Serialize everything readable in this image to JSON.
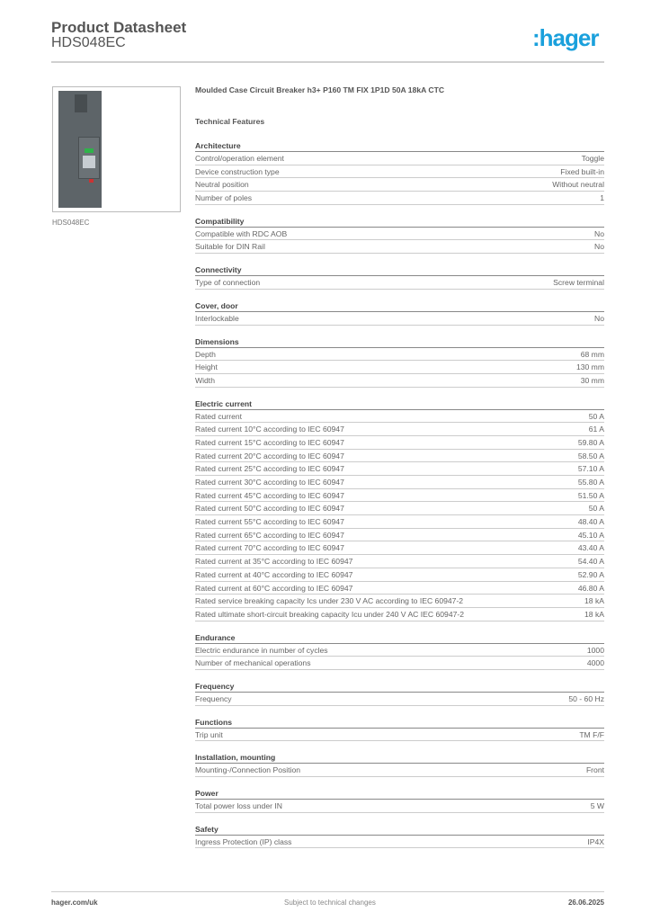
{
  "header": {
    "title": "Product Datasheet",
    "code": "HDS048EC",
    "logo": ":hager",
    "brand_color": "#1aa0dc"
  },
  "image_caption": "HDS048EC",
  "product_title": "Moulded Case Circuit Breaker h3+ P160 TM FIX 1P1D 50A 18kA CTC",
  "technical_features": "Technical Features",
  "sections": [
    {
      "title": "Architecture",
      "rows": [
        {
          "label": "Control/operation element",
          "value": "Toggle"
        },
        {
          "label": "Device construction type",
          "value": "Fixed built-in"
        },
        {
          "label": "Neutral position",
          "value": "Without neutral"
        },
        {
          "label": "Number of poles",
          "value": "1"
        }
      ]
    },
    {
      "title": "Compatibility",
      "rows": [
        {
          "label": "Compatible with RDC AOB",
          "value": "No"
        },
        {
          "label": "Suitable for DIN Rail",
          "value": "No"
        }
      ]
    },
    {
      "title": "Connectivity",
      "rows": [
        {
          "label": "Type of connection",
          "value": "Screw terminal"
        }
      ]
    },
    {
      "title": "Cover, door",
      "rows": [
        {
          "label": "Interlockable",
          "value": "No"
        }
      ]
    },
    {
      "title": "Dimensions",
      "rows": [
        {
          "label": "Depth",
          "value": "68 mm"
        },
        {
          "label": "Height",
          "value": "130 mm"
        },
        {
          "label": "Width",
          "value": "30 mm"
        }
      ]
    },
    {
      "title": "Electric current",
      "rows": [
        {
          "label": "Rated current",
          "value": "50 A"
        },
        {
          "label": "Rated current 10°C according to IEC 60947",
          "value": "61 A"
        },
        {
          "label": "Rated current 15°C according to IEC 60947",
          "value": "59.80 A"
        },
        {
          "label": "Rated current 20°C according to IEC 60947",
          "value": "58.50 A"
        },
        {
          "label": "Rated current 25°C according to IEC 60947",
          "value": "57.10 A"
        },
        {
          "label": "Rated current 30°C according to IEC 60947",
          "value": "55.80 A"
        },
        {
          "label": "Rated current 45°C according to IEC 60947",
          "value": "51.50 A"
        },
        {
          "label": "Rated current 50°C according to IEC 60947",
          "value": "50 A"
        },
        {
          "label": "Rated current 55°C according to IEC 60947",
          "value": "48.40 A"
        },
        {
          "label": "Rated current 65°C according to IEC 60947",
          "value": "45.10 A"
        },
        {
          "label": "Rated current 70°C according to IEC 60947",
          "value": "43.40 A"
        },
        {
          "label": "Rated current at 35°C according to IEC 60947",
          "value": "54.40 A"
        },
        {
          "label": "Rated current at 40°C according to IEC 60947",
          "value": "52.90 A"
        },
        {
          "label": "Rated current at 60°C according to IEC 60947",
          "value": "46.80 A"
        },
        {
          "label": "Rated service breaking capacity Ics under 230 V AC according to IEC 60947-2",
          "value": "18 kA"
        },
        {
          "label": "Rated ultimate short-circuit breaking capacity Icu under 240 V AC IEC 60947-2",
          "value": "18 kA"
        }
      ]
    },
    {
      "title": "Endurance",
      "rows": [
        {
          "label": "Electric endurance in number of cycles",
          "value": "1000"
        },
        {
          "label": "Number of mechanical operations",
          "value": "4000"
        }
      ]
    },
    {
      "title": "Frequency",
      "rows": [
        {
          "label": "Frequency",
          "value": "50 - 60 Hz"
        }
      ]
    },
    {
      "title": "Functions",
      "rows": [
        {
          "label": "Trip unit",
          "value": "TM F/F"
        }
      ]
    },
    {
      "title": "Installation, mounting",
      "rows": [
        {
          "label": "Mounting-/Connection Position",
          "value": "Front"
        }
      ]
    },
    {
      "title": "Power",
      "rows": [
        {
          "label": "Total power loss under IN",
          "value": "5 W"
        }
      ]
    },
    {
      "title": "Safety",
      "rows": [
        {
          "label": "Ingress Protection (IP) class",
          "value": "IP4X"
        }
      ]
    }
  ],
  "footer": {
    "website": "hager.com/uk",
    "notice": "Subject to technical changes",
    "date": "26.06.2025"
  }
}
